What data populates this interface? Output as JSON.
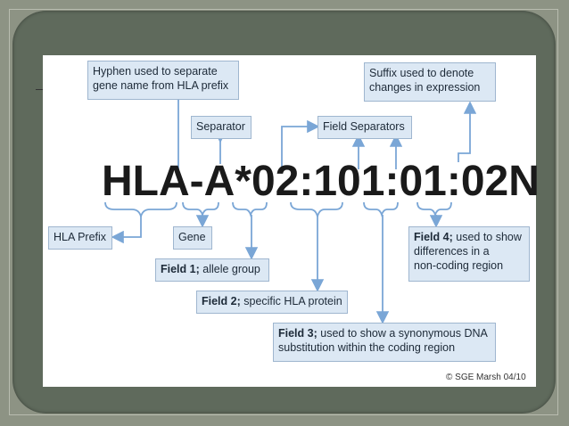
{
  "code": {
    "prefix": "HLA-A*",
    "field1": "02",
    "sep1": ":",
    "field2": "101",
    "sep2": ":",
    "field3": "01",
    "sep3": ":",
    "field4": "02",
    "suffix": "N"
  },
  "labels": {
    "hyphen_line1": "Hyphen used to separate",
    "hyphen_line2": "gene name from HLA prefix",
    "separator": "Separator",
    "field_separators": "Field Separators",
    "suffix_line1": "Suffix used to denote",
    "suffix_line2": "changes in expression",
    "hla_prefix": "HLA Prefix",
    "gene": "Gene",
    "field1_bold": "Field 1;",
    "field1_rest": " allele group",
    "field2_bold": "Field 2;",
    "field2_rest": " specific HLA protein",
    "field3_bold": "Field 3;",
    "field3_rest_line1": " used to show a synonymous DNA",
    "field3_line2": "substitution within the coding region",
    "field4_bold": "Field 4;",
    "field4_rest_line1": " used to show",
    "field4_line2": "differences in a",
    "field4_line3": "non-coding region"
  },
  "copyright": "© SGE Marsh 04/10",
  "colors": {
    "box_fill": "#dce8f4",
    "box_border": "#9fb6cf",
    "arrow": "#7aa6d6",
    "frame": "#5f6a5c",
    "background": "#8d9384"
  }
}
